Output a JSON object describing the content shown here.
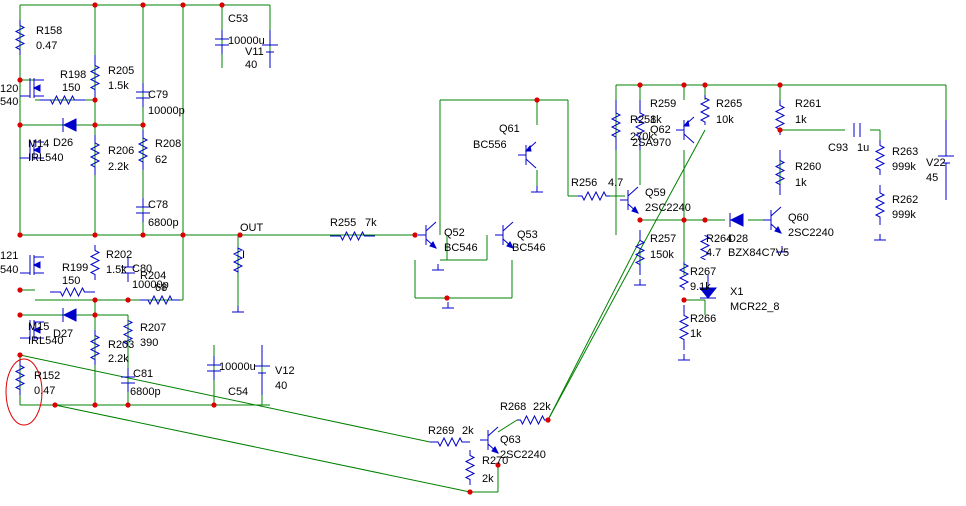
{
  "net_label": "OUT",
  "colors": {
    "wire": "#008000",
    "component": "#0000cc",
    "junction": "#dd0000",
    "highlight": "#dd0000"
  },
  "components": [
    {
      "id": "R158",
      "designator": "R158",
      "value": "0.47"
    },
    {
      "id": "R198",
      "designator": "R198",
      "value": "150"
    },
    {
      "id": "R205",
      "designator": "R205",
      "value": "1.5k"
    },
    {
      "id": "C79",
      "designator": "C79",
      "value": "10000p"
    },
    {
      "id": "C53",
      "designator": "C53",
      "value": "10000u"
    },
    {
      "id": "V11",
      "designator": "V11",
      "value": "40"
    },
    {
      "id": "M14",
      "designator": "M14",
      "value": "IRL540"
    },
    {
      "id": "D26",
      "designator": "D26",
      "value": ""
    },
    {
      "id": "R206",
      "designator": "R206",
      "value": "2.2k"
    },
    {
      "id": "R208",
      "designator": "R208",
      "value": "62"
    },
    {
      "id": "C78",
      "designator": "C78",
      "value": "6800p"
    },
    {
      "id": "R202",
      "designator": "R202",
      "value": "1.5k"
    },
    {
      "id": "C80",
      "designator": "C80",
      "value": "10000p"
    },
    {
      "id": "R204",
      "designator": "R204",
      "value": "68"
    },
    {
      "id": "R199",
      "designator": "R199",
      "value": "150"
    },
    {
      "id": "M15",
      "designator": "M15",
      "value": "IRL540"
    },
    {
      "id": "D27",
      "designator": "D27",
      "value": ""
    },
    {
      "id": "R207",
      "designator": "R207",
      "value": "390"
    },
    {
      "id": "R203",
      "designator": "R203",
      "value": "2.2k"
    },
    {
      "id": "C81",
      "designator": "C81",
      "value": "6800p"
    },
    {
      "id": "R152",
      "designator": "R152",
      "value": "0.47"
    },
    {
      "id": "C54",
      "designator": "C54",
      "value": "10000u"
    },
    {
      "id": "V12",
      "designator": "V12",
      "value": "40"
    },
    {
      "id": "R255",
      "designator": "R255",
      "value": "7k"
    },
    {
      "id": "Q52",
      "designator": "Q52",
      "value": "BC546"
    },
    {
      "id": "Q53",
      "designator": "Q53",
      "value": "BC546"
    },
    {
      "id": "Q61",
      "designator": "Q61",
      "value": "BC556"
    },
    {
      "id": "R256",
      "designator": "R256",
      "value": "4.7"
    },
    {
      "id": "R258",
      "designator": "R258",
      "value": "270k"
    },
    {
      "id": "R259",
      "designator": "R259",
      "value": "1k"
    },
    {
      "id": "Q62",
      "designator": "Q62",
      "value": "2SA970"
    },
    {
      "id": "R265",
      "designator": "R265",
      "value": "10k"
    },
    {
      "id": "Q59",
      "designator": "Q59",
      "value": "2SC2240"
    },
    {
      "id": "R257",
      "designator": "R257",
      "value": "150k"
    },
    {
      "id": "R264",
      "designator": "R264",
      "value": "4.7"
    },
    {
      "id": "D28",
      "designator": "D28",
      "value": "BZX84C7V5"
    },
    {
      "id": "R267",
      "designator": "R267",
      "value": "9.1k"
    },
    {
      "id": "X1",
      "designator": "X1",
      "value": "MCR22_8"
    },
    {
      "id": "R266",
      "designator": "R266",
      "value": "1k"
    },
    {
      "id": "R261",
      "designator": "R261",
      "value": "1k"
    },
    {
      "id": "R260",
      "designator": "R260",
      "value": "1k"
    },
    {
      "id": "Q60",
      "designator": "Q60",
      "value": "2SC2240"
    },
    {
      "id": "C93",
      "designator": "C93",
      "value": "1u"
    },
    {
      "id": "R263",
      "designator": "R263",
      "value": "999k"
    },
    {
      "id": "R262",
      "designator": "R262",
      "value": "999k"
    },
    {
      "id": "V22",
      "designator": "V22",
      "value": "45"
    },
    {
      "id": "R269",
      "designator": "R269",
      "value": "2k"
    },
    {
      "id": "R268",
      "designator": "R268",
      "value": "22k"
    },
    {
      "id": "Q63",
      "designator": "Q63",
      "value": "2SC2240"
    },
    {
      "id": "R270",
      "designator": "R270",
      "value": "2k"
    }
  ],
  "partial_labels": [
    "120",
    "540",
    "121",
    "540"
  ],
  "extra_labels": [
    "I"
  ]
}
